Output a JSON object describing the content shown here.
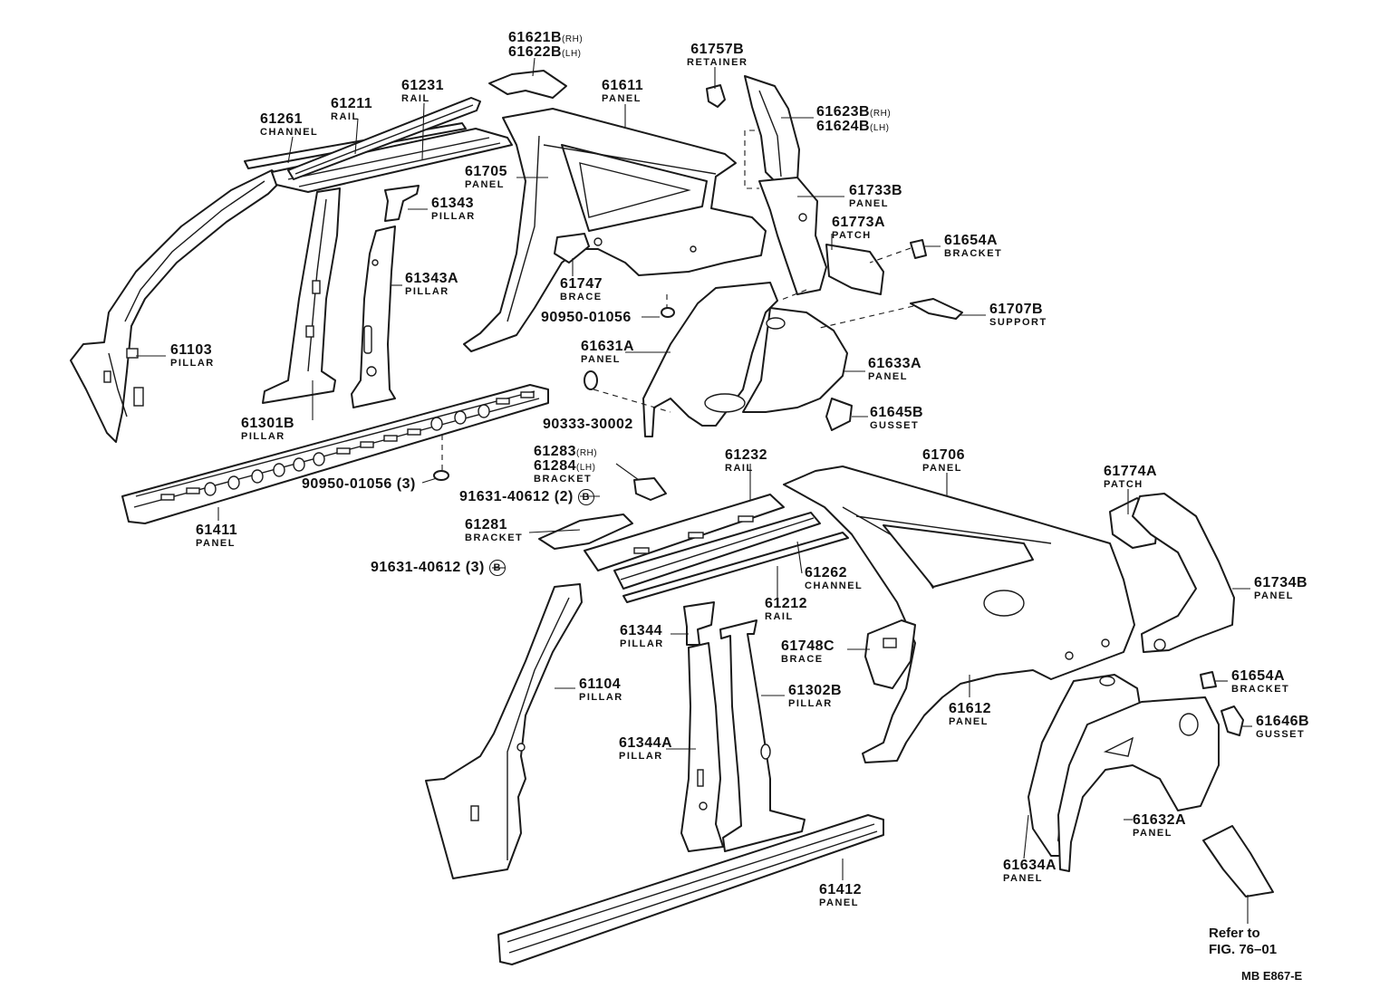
{
  "labels": [
    {
      "id": "p61621",
      "num": "61621B",
      "suffix": "(RH)",
      "num2": "61622B",
      "suffix2": "(LH)"
    },
    {
      "id": "p61611",
      "num": "61611",
      "name": "PANEL"
    },
    {
      "id": "p61757",
      "num": "61757B",
      "name": "RETAINER"
    },
    {
      "id": "p61231",
      "num": "61231",
      "name": "RAIL"
    },
    {
      "id": "p61211",
      "num": "61211",
      "name": "RAIL"
    },
    {
      "id": "p61261",
      "num": "61261",
      "name": "CHANNEL"
    },
    {
      "id": "p61623",
      "num": "61623B",
      "suffix": "(RH)",
      "num2": "61624B",
      "suffix2": "(LH)"
    },
    {
      "id": "p61705",
      "num": "61705",
      "name": "PANEL"
    },
    {
      "id": "p61733",
      "num": "61733B",
      "name": "PANEL"
    },
    {
      "id": "p61343",
      "num": "61343",
      "name": "PILLAR"
    },
    {
      "id": "p61773",
      "num": "61773A",
      "name": "PATCH"
    },
    {
      "id": "p61654a",
      "num": "61654A",
      "name": "BRACKET"
    },
    {
      "id": "p61343a",
      "num": "61343A",
      "name": "PILLAR"
    },
    {
      "id": "p61747",
      "num": "61747",
      "name": "BRACE"
    },
    {
      "id": "p61707",
      "num": "61707B",
      "name": "SUPPORT"
    },
    {
      "id": "p90950a",
      "num": "90950-01056"
    },
    {
      "id": "p61631",
      "num": "61631A",
      "name": "PANEL"
    },
    {
      "id": "p61103",
      "num": "61103",
      "name": "PILLAR"
    },
    {
      "id": "p61633",
      "num": "61633A",
      "name": "PANEL"
    },
    {
      "id": "p61645",
      "num": "61645B",
      "name": "GUSSET"
    },
    {
      "id": "p61301",
      "num": "61301B",
      "name": "PILLAR"
    },
    {
      "id": "p90333",
      "num": "90333-30002"
    },
    {
      "id": "p61232",
      "num": "61232",
      "name": "RAIL"
    },
    {
      "id": "p61706",
      "num": "61706",
      "name": "PANEL"
    },
    {
      "id": "p61283",
      "num": "61283",
      "suffix": "(RH)",
      "num2": "61284",
      "suffix2": "(LH)",
      "name": "BRACKET"
    },
    {
      "id": "p61774",
      "num": "61774A",
      "name": "PATCH"
    },
    {
      "id": "p90950b",
      "num": "90950-01056 (3)"
    },
    {
      "id": "p91631a",
      "num": "91631-40612 (2)",
      "badge": "B"
    },
    {
      "id": "p61411",
      "num": "61411",
      "name": "PANEL"
    },
    {
      "id": "p61281",
      "num": "61281",
      "name": "BRACKET"
    },
    {
      "id": "p91631b",
      "num": "91631-40612 (3)",
      "badge": "B"
    },
    {
      "id": "p61262",
      "num": "61262",
      "name": "CHANNEL"
    },
    {
      "id": "p61734",
      "num": "61734B",
      "name": "PANEL"
    },
    {
      "id": "p61212",
      "num": "61212",
      "name": "RAIL"
    },
    {
      "id": "p61344",
      "num": "61344",
      "name": "PILLAR"
    },
    {
      "id": "p61748",
      "num": "61748C",
      "name": "BRACE"
    },
    {
      "id": "p61654b",
      "num": "61654A",
      "name": "BRACKET"
    },
    {
      "id": "p61104",
      "num": "61104",
      "name": "PILLAR"
    },
    {
      "id": "p61302",
      "num": "61302B",
      "name": "PILLAR"
    },
    {
      "id": "p61612",
      "num": "61612",
      "name": "PANEL"
    },
    {
      "id": "p61646",
      "num": "61646B",
      "name": "GUSSET"
    },
    {
      "id": "p61344a",
      "num": "61344A",
      "name": "PILLAR"
    },
    {
      "id": "p61632",
      "num": "61632A",
      "name": "PANEL"
    },
    {
      "id": "p61634",
      "num": "61634A",
      "name": "PANEL"
    },
    {
      "id": "p61412",
      "num": "61412",
      "name": "PANEL"
    }
  ],
  "reference": {
    "line1": "Refer to",
    "line2": "FIG. 76–01"
  },
  "code": "MB E867-E"
}
